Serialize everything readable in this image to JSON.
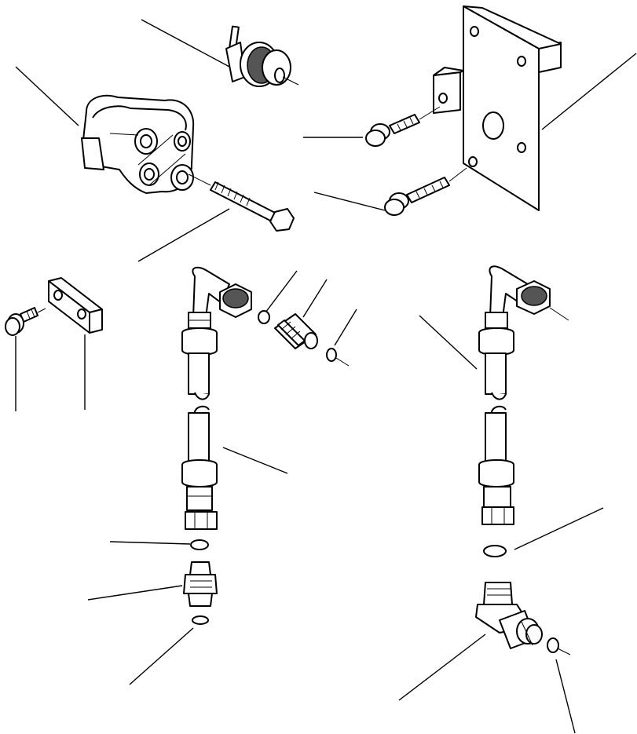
{
  "diagram": {
    "background": "#ffffff",
    "line_color": "#000000",
    "parts": [
      "quick-coupler-fitting",
      "mounting-bracket-plate",
      "pump-valve-block",
      "long-bolt",
      "short-bolt-a",
      "short-bolt-b",
      "cap-screw",
      "clamp-plate",
      "hose-assembly-left",
      "hose-assembly-right",
      "straight-adapter",
      "elbow-adapter",
      "check-valve-fitting",
      "o-rings"
    ],
    "callout_count": 19
  }
}
